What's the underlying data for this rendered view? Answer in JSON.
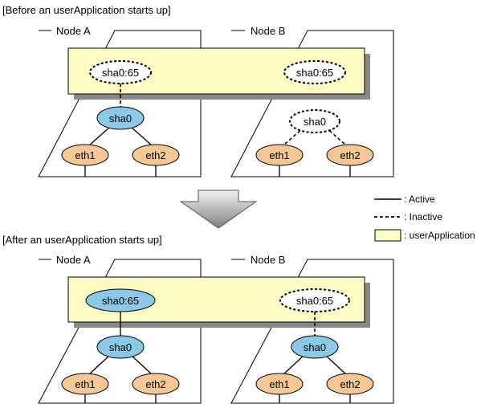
{
  "sections": {
    "before": {
      "title": "[Before an userApplication starts up]",
      "node_a": {
        "label": "Node A",
        "virtual_interface": "sha0:65",
        "virtual_interface_state": "inactive",
        "bond": "sha0",
        "bond_state": "active",
        "nics": [
          "eth1",
          "eth2"
        ],
        "nic_links_state": "active",
        "vif_link_state": "inactive"
      },
      "node_b": {
        "label": "Node B",
        "virtual_interface": "sha0:65",
        "virtual_interface_state": "inactive",
        "bond": "sha0",
        "bond_state": "inactive",
        "nics": [
          "eth1",
          "eth2"
        ],
        "nic_links_state": "inactive",
        "vif_link_state": "none"
      }
    },
    "after": {
      "title": "[After an userApplication starts up]",
      "node_a": {
        "label": "Node A",
        "virtual_interface": "sha0:65",
        "virtual_interface_state": "active",
        "bond": "sha0",
        "bond_state": "active",
        "nics": [
          "eth1",
          "eth2"
        ],
        "nic_links_state": "active",
        "vif_link_state": "active"
      },
      "node_b": {
        "label": "Node B",
        "virtual_interface": "sha0:65",
        "virtual_interface_state": "inactive",
        "bond": "sha0",
        "bond_state": "active",
        "nics": [
          "eth1",
          "eth2"
        ],
        "nic_links_state": "active",
        "vif_link_state": "inactive"
      }
    }
  },
  "legend": {
    "active": ": Active",
    "inactive": ": Inactive",
    "user_application": ": userApplication"
  },
  "colors": {
    "active_fill": "#8cc8e8",
    "nic_fill": "#f6c896",
    "app_fill": "#fcfcc4",
    "app_shadow": "#888888",
    "arrow_top": "#f0f0f0",
    "arrow_bottom": "#8a8a8a"
  }
}
